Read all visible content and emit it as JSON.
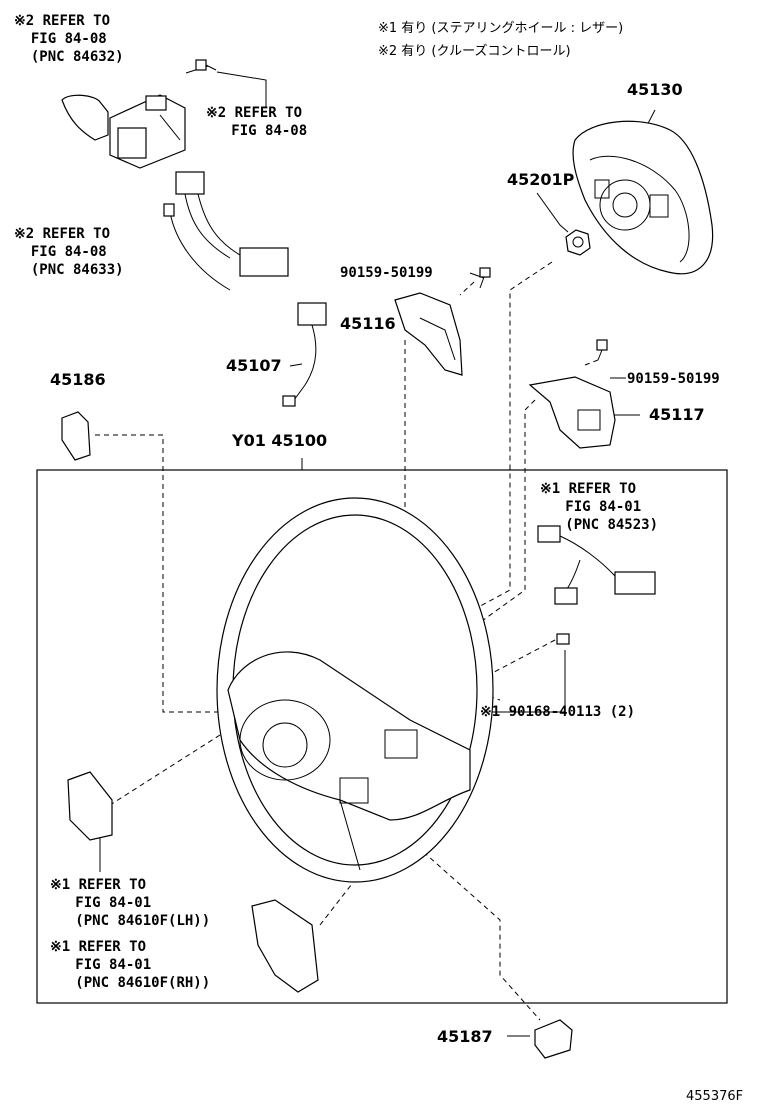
{
  "notes": {
    "note1": "※1 有り (ステアリングホイール : レザー)",
    "note2": "※2 有り (クルーズコントロール)"
  },
  "refs": {
    "ref_84632": [
      "※2 REFER TO",
      "FIG 84-08",
      "(PNC 84632)"
    ],
    "ref_bolt": [
      "※2 REFER TO",
      "FIG 84-08"
    ],
    "ref_84633": [
      "※2 REFER TO",
      "FIG 84-08",
      "(PNC 84633)"
    ],
    "ref_84523": [
      "※1 REFER TO",
      "FIG 84-01",
      "(PNC 84523)"
    ],
    "ref_84610_lh": [
      "※1 REFER TO",
      "FIG 84-01",
      "(PNC 84610F(LH))"
    ],
    "ref_84610_rh": [
      "※1 REFER TO",
      "FIG 84-01",
      "(PNC 84610F(RH))"
    ]
  },
  "parts": {
    "p45130": "45130",
    "p45201P": "45201P",
    "p90159_a": "90159-50199",
    "p45116": "45116",
    "p45107": "45107",
    "p90159_b": "90159-50199",
    "p45117": "45117",
    "p45186": "45186",
    "p45100": "Y01 45100",
    "p90168": "※1 90168-40113 (2)",
    "p45187": "45187"
  },
  "figure_code": "455376F"
}
